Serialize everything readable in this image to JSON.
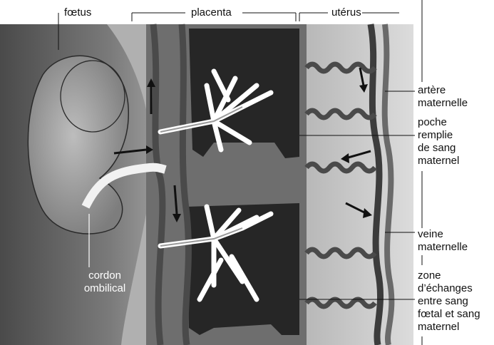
{
  "labels": {
    "fetus": "fœtus",
    "placenta": "placenta",
    "uterus": "utérus",
    "maternal_artery": [
      "artère",
      "maternelle"
    ],
    "blood_pocket": [
      "poche",
      "remplie",
      "de sang",
      "maternel"
    ],
    "maternal_vein": [
      "veine",
      "maternelle"
    ],
    "exchange_zone": [
      "zone",
      "d’échanges",
      "entre sang",
      "fœtal et sang",
      "maternel"
    ],
    "umbilical_cord": [
      "cordon",
      "ombilical"
    ]
  },
  "colors": {
    "fetal_side_dark": "#3a3a3a",
    "fetal_side_light": "#8a8a8a",
    "blood_pocket": "#2a2a2a",
    "uterine_wall": "#c9c9c9",
    "vessel": "#5c5c5c",
    "villi": "#ffffff"
  }
}
